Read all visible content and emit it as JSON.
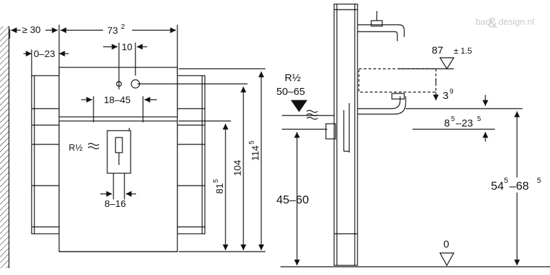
{
  "watermark": {
    "left": "bad",
    "amp": "&",
    "right": "design.nl"
  },
  "front_view": {
    "wall_clearance": "≥ 30",
    "range_0_23": "0–23",
    "width_main": "73",
    "width_sup": "2",
    "hole_spacing": "10",
    "hole_range": "18–45",
    "connector_label": "R½",
    "connector_range": "8–16",
    "height_81": "81",
    "height_81_sup": "5",
    "height_104": "104",
    "height_114": "114",
    "height_114_sup": "5"
  },
  "side_view": {
    "connector_label": "R½",
    "connector_range": "50–65",
    "top_height": "87",
    "top_tolerance": "± 1.5",
    "drop_main": "3",
    "drop_sup": "9",
    "offset_a": "8",
    "offset_a_sup": "5",
    "offset_sep": "–23",
    "offset_b_sup": "5",
    "supply_height": "45–60",
    "floor_level": "0",
    "total_a": "54",
    "total_a_sup": "5",
    "total_sep": "–68",
    "total_b_sup": "5"
  }
}
